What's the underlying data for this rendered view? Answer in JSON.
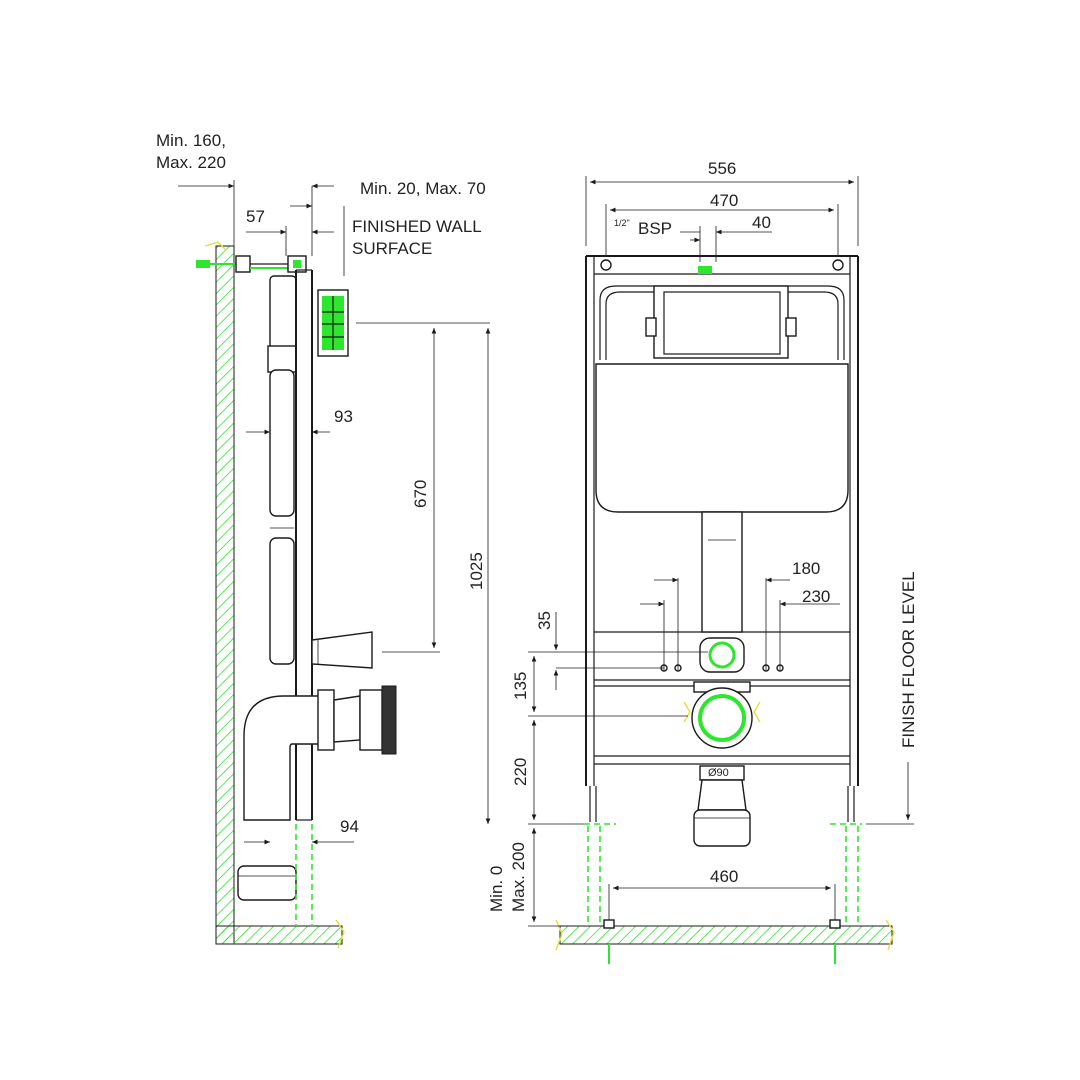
{
  "colors": {
    "line": "#1a1a1a",
    "hatch": "#2ee62e",
    "accent": "#e3e03a"
  },
  "side_view": {
    "depth_range": "Min. 160,\nMax. 220",
    "dim_57": "57",
    "wall_gap": "Min. 20, Max. 70",
    "finished_wall": "FINISHED WALL\nSURFACE",
    "dim_93": "93",
    "dim_670": "670",
    "dim_1025": "1025",
    "dim_94": "94"
  },
  "front_view": {
    "dim_556": "556",
    "dim_470": "470",
    "bsp_fraction": "1/2\"",
    "bsp_label": "BSP",
    "dim_40": "40",
    "dim_180": "180",
    "dim_230": "230",
    "dim_35": "35",
    "dim_135": "135",
    "dim_220": "220",
    "pipe_dia": "Ø90",
    "adjust_range": "Min. 0\nMax. 200",
    "dim_460": "460",
    "finish_floor": "FINISH FLOOR LEVEL"
  }
}
